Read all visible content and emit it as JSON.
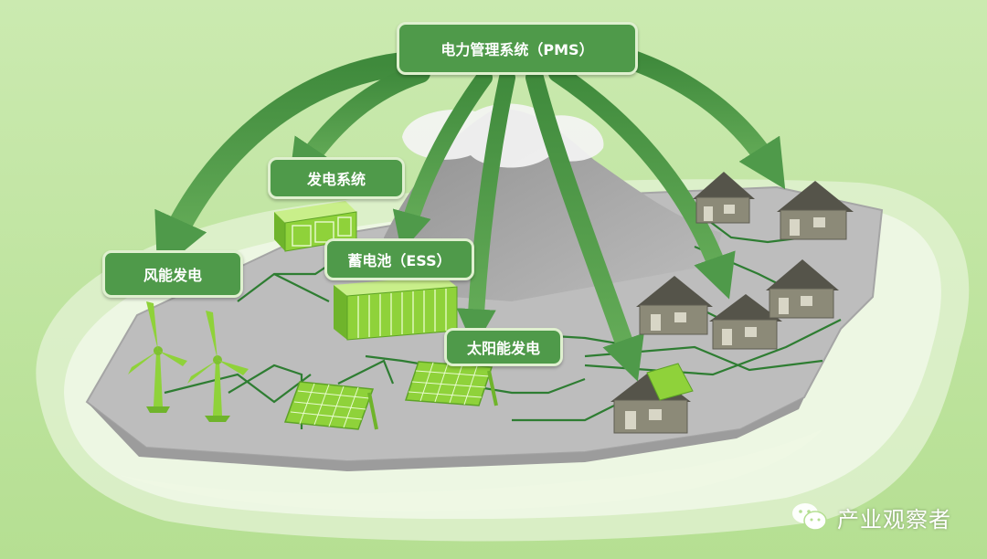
{
  "diagram": {
    "labels": {
      "pms": "电力管理系统（PMS）",
      "generation": "发电系统",
      "wind": "风能发电",
      "ess": "蓄电池（ESS）",
      "solar": "太阳能发电"
    },
    "watermark": {
      "text": "产业观察者",
      "icon": "wechat-icon"
    }
  },
  "colors": {
    "sky": "#c2e6a3",
    "island": "#b9b9b9",
    "mountain": "#9e9e9e",
    "arrow": "#4f9a4a",
    "label_bg": "#4f9a4a",
    "device_green": "#8fd23a",
    "house": "#8c8a78",
    "roof": "#55544a"
  }
}
